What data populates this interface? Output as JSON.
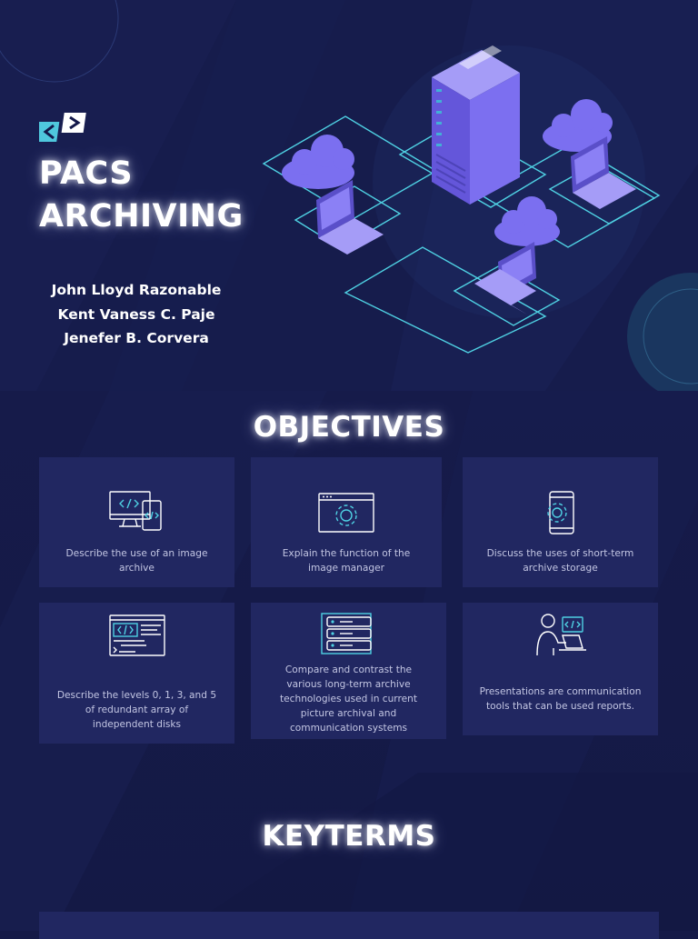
{
  "hero": {
    "title_line1": "PACS",
    "title_line2": "ARCHIVING",
    "authors": [
      "John Lloyd Razonable",
      "Kent Vaness C. Paje",
      "Jenefer B. Corvera"
    ]
  },
  "objectives": {
    "heading": "OBJECTIVES",
    "items": [
      {
        "icon": "devices-code-icon",
        "text": "Describe the use of an image archive"
      },
      {
        "icon": "window-gear-icon",
        "text": "Explain the function of the image manager"
      },
      {
        "icon": "phone-gear-icon",
        "text": "Discuss the uses of short-term archive storage"
      },
      {
        "icon": "code-window-icon",
        "text": "Describe the levels 0, 1, 3, and 5 of redundant array of independent disks"
      },
      {
        "icon": "server-stack-icon",
        "text": "Compare and contrast the various long-term archive technologies used in current picture archival and communication systems"
      },
      {
        "icon": "person-laptop-icon",
        "text": "Presentations are communication tools that can be used reports."
      }
    ]
  },
  "keyterms": {
    "heading": "KEYTERMS"
  },
  "colors": {
    "background": "#151a47",
    "card": "#212761",
    "accent": "#4fd1e3",
    "server": "#7c6ff0"
  }
}
